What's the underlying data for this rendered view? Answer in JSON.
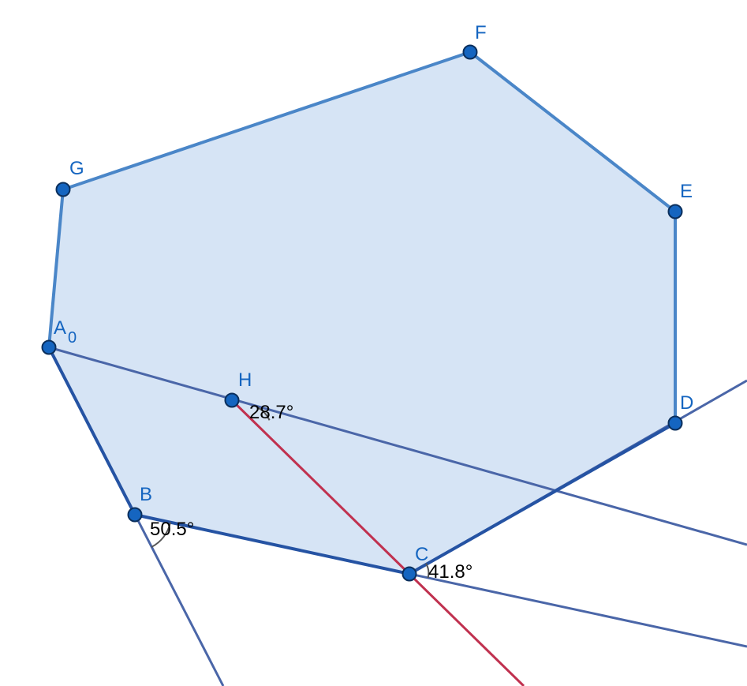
{
  "colors": {
    "polygon_fill": "#d6e4f5",
    "polygon_edge": "#4a86c8",
    "polygon_edge_dark": "#2553a3",
    "ray": "#4a66a8",
    "red_line": "#c0314f",
    "point_fill": "#1565c0",
    "label": "#1565c0",
    "angle_text": "#000000",
    "arc": "#555555"
  },
  "points": {
    "F": {
      "label": "F"
    },
    "G": {
      "label": "G"
    },
    "E": {
      "label": "E"
    },
    "A": {
      "label": "A",
      "subscript": "0"
    },
    "H": {
      "label": "H"
    },
    "D": {
      "label": "D"
    },
    "B": {
      "label": "B"
    },
    "C": {
      "label": "C"
    }
  },
  "angles": {
    "H": "28.7°",
    "B": "50.5°",
    "C": "41.8°"
  }
}
